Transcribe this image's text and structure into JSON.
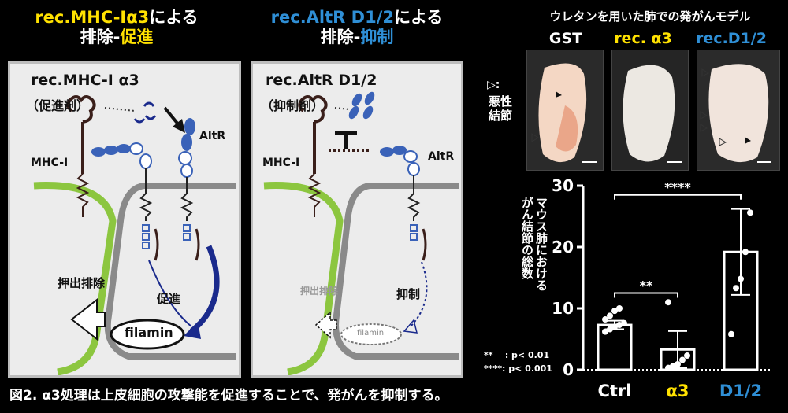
{
  "left": {
    "title_prefix": "rec.MHC-Iα3",
    "title_suffix": "による",
    "title_line2_a": "排除-",
    "title_line2_b": "促進",
    "panel_title": "rec.MHC-I α3",
    "agent_label": "（促進剤）",
    "mhc_label": "MHC-I",
    "altr_label": "AltR",
    "expel_label": "押出排除",
    "promote_label": "促進",
    "filamin_label": "filamin"
  },
  "middle": {
    "title_prefix": "rec.AltR D1/2",
    "title_suffix": "による",
    "title_line2_a": "排除-",
    "title_line2_b": "抑制",
    "panel_title": "rec.AltR D1/2",
    "agent_label": "（抑制剤）",
    "mhc_label": "MHC-I",
    "altr_label": "AltR",
    "expel_label": "押出排除",
    "inhibit_label": "抑制",
    "filamin_label": "filamin"
  },
  "photos": {
    "heading": "ウレタンを用いた肺での発がんモデル",
    "labels": [
      "GST",
      "rec. α3",
      "rec.D1/2"
    ],
    "nodule_legend_symbol": "▷:",
    "nodule_legend_text": "悪性結節"
  },
  "chart_data": {
    "type": "bar",
    "categories": [
      "Ctrl",
      "α3",
      "D1/2"
    ],
    "values": [
      7.3,
      3.3,
      19.2
    ],
    "errors": [
      0.7,
      3.0,
      7.0
    ],
    "points": [
      [
        6.2,
        6.6,
        7.0,
        7.3,
        7.6,
        8.2,
        8.8,
        9.6,
        10.0
      ],
      [
        0.3,
        0.6,
        0.9,
        1.6,
        2.3,
        11.0
      ],
      [
        5.8,
        13.3,
        14.8,
        19.2,
        25.6
      ]
    ],
    "ylabel": "マウス肺における\nがん結節の総数",
    "ylim": [
      0,
      30
    ],
    "yticks": [
      0,
      10,
      20,
      30
    ],
    "sig_brackets": [
      {
        "from": "Ctrl",
        "to": "α3",
        "label": "**"
      },
      {
        "from": "Ctrl",
        "to": "D1/2",
        "label": "****"
      }
    ],
    "sig_legend": [
      "**    : p< 0.01",
      "****: p< 0.001"
    ]
  },
  "caption": "図2.  α3処理は上皮細胞の攻撃能を促進することで、発がんを抑制する。",
  "colors": {
    "yellow": "#ffe100",
    "blue": "#2f8fd6",
    "navy": "#1a2a8c",
    "receptor": "#3a62b8",
    "membrane_green": "#8cc63f"
  }
}
